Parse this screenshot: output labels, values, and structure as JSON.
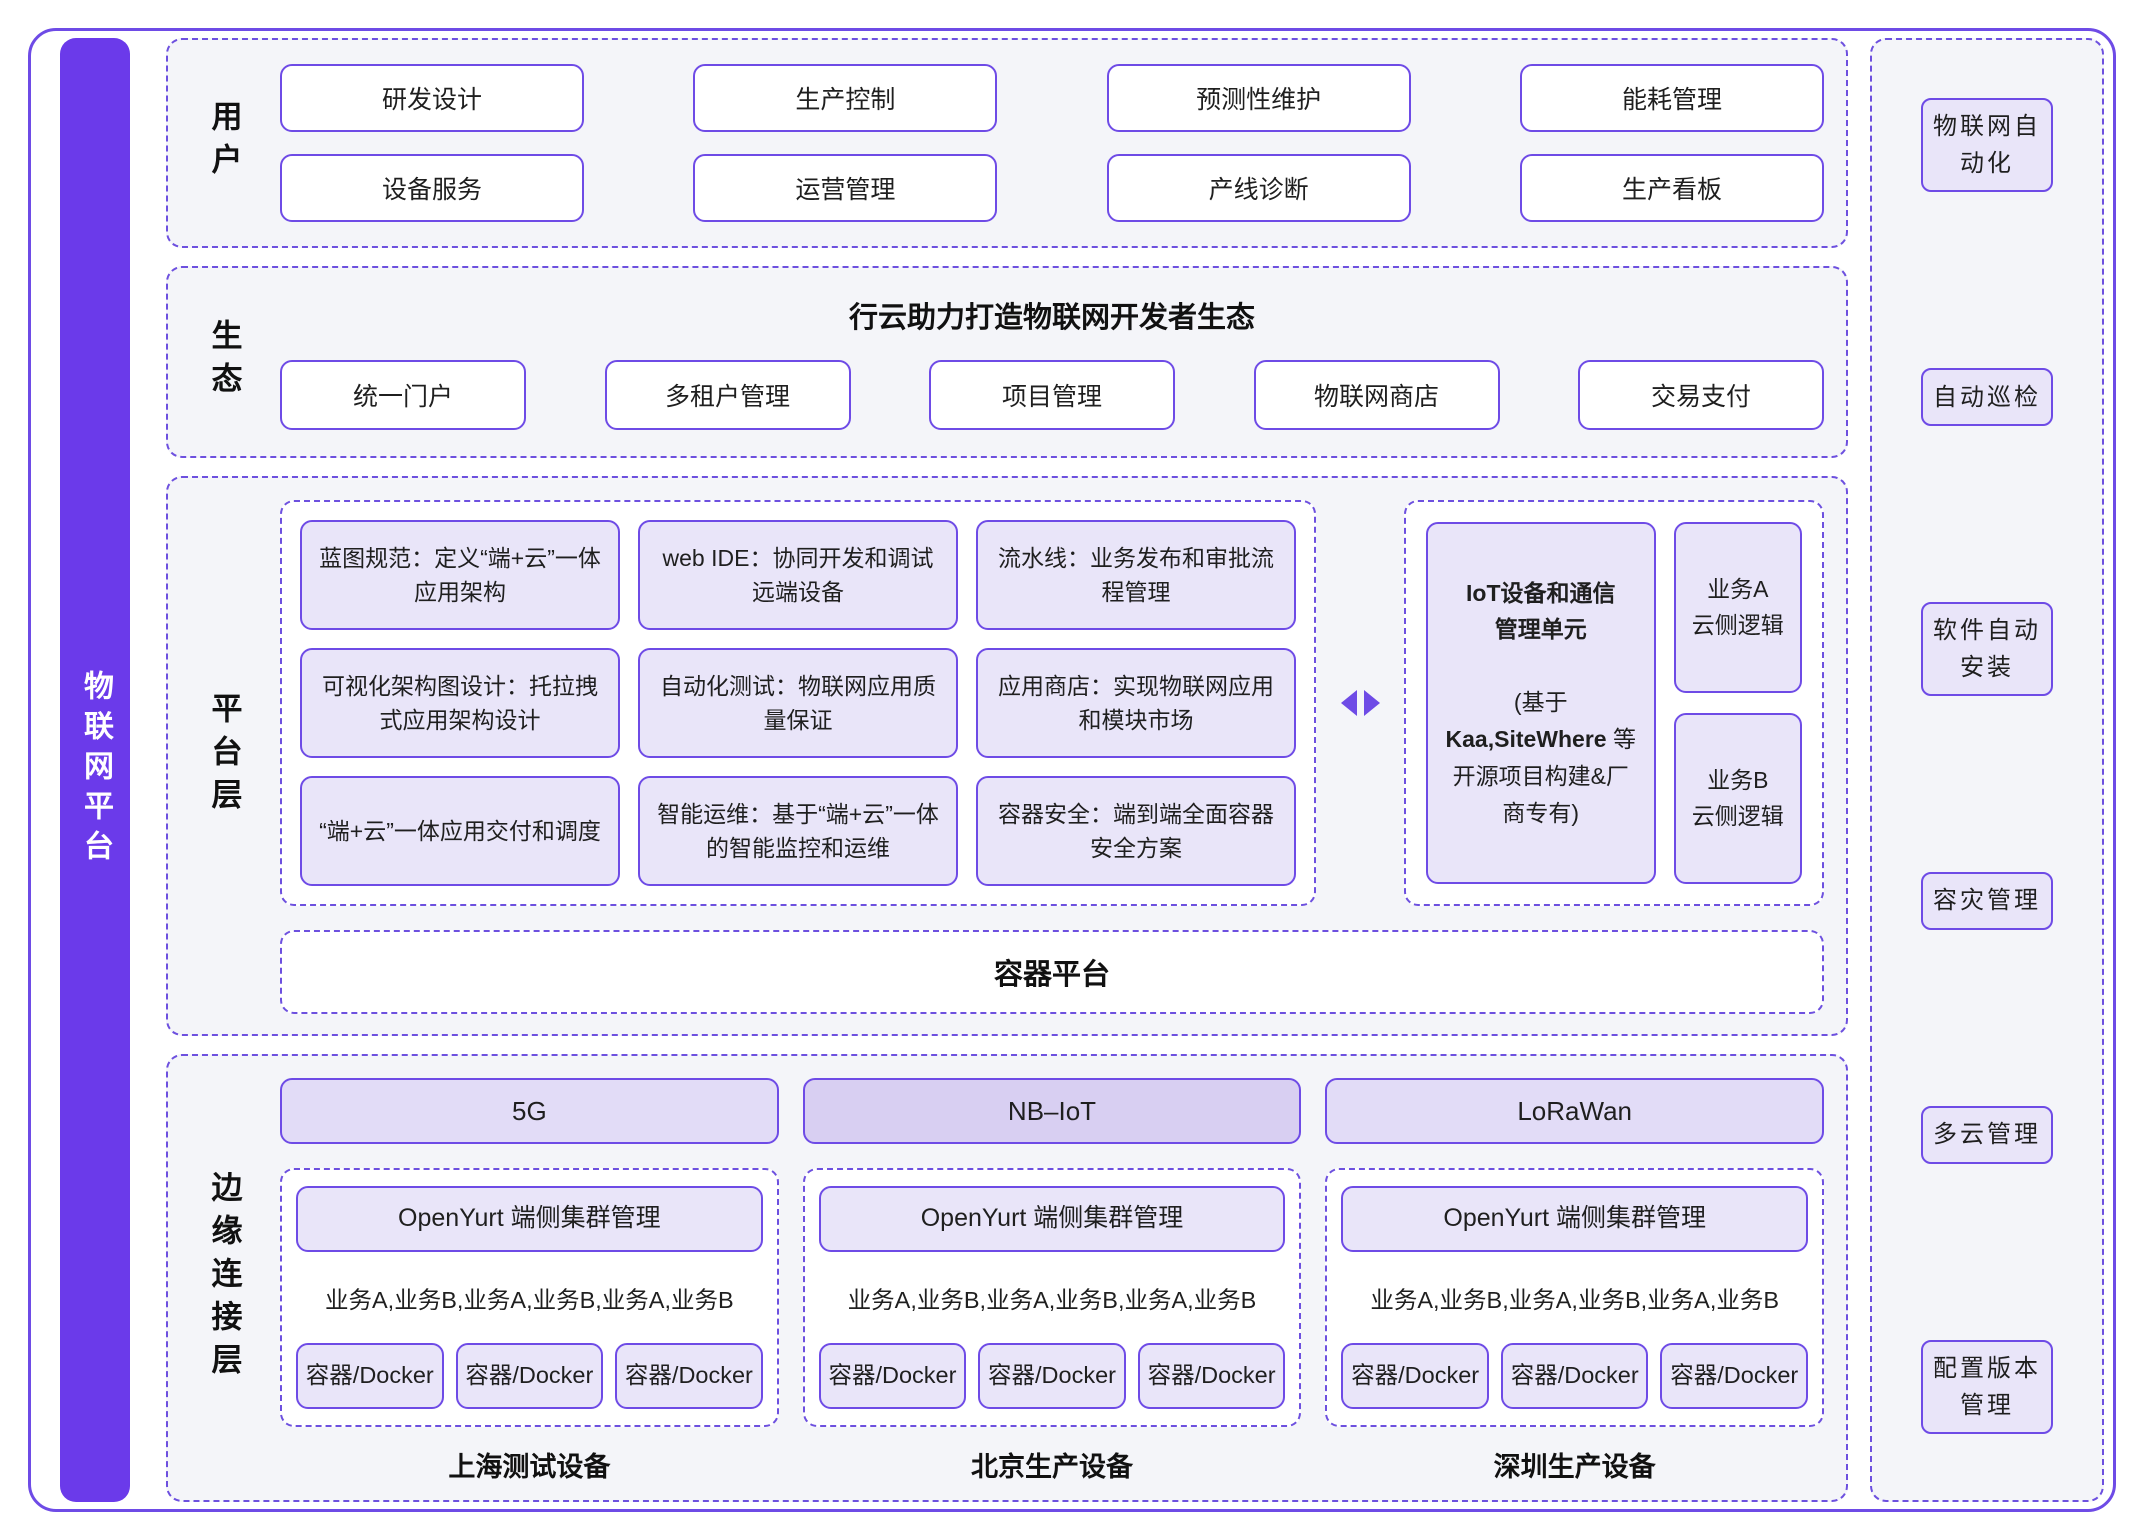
{
  "palette": {
    "primary_purple": "#6E4BE6",
    "left_bar_purple": "#6B3AEA",
    "box_fill_light": "#E9E5F9",
    "box_fill_medium": "#D8CFF2",
    "section_background": "#F4F5F9"
  },
  "left_bar": {
    "label": "物联网平台"
  },
  "user": {
    "label": "用户",
    "items": [
      "研发设计",
      "生产控制",
      "预测性维护",
      "能耗管理",
      "设备服务",
      "运营管理",
      "产线诊断",
      "生产看板"
    ]
  },
  "eco": {
    "label": "生态",
    "title": "行云助力打造物联网开发者生态",
    "items": [
      "统一门户",
      "多租户管理",
      "项目管理",
      "物联网商店",
      "交易支付"
    ]
  },
  "platform": {
    "label": "平台层",
    "grid": [
      "蓝图规范：定义“端+云”一体应用架构",
      "web IDE：协同开发和调试远端设备",
      "流水线：业务发布和审批流程管理",
      "可视化架构图设计：托拉拽式应用架构设计",
      "自动化测试：物联网应用质量保证",
      "应用商店：实现物联网应用和模块市场",
      "“端+云”一体应用交付和调度",
      "智能运维：基于“端+云”一体的智能监控和运维",
      "容器安全：端到端全面容器安全方案"
    ],
    "iot_unit": {
      "title": "IoT设备和通信管理单元",
      "note_prefix": "(基于 ",
      "note_bold": "Kaa,SiteWhere",
      "note_suffix": " 等开源项目构建&厂商专有)"
    },
    "cloud_services": [
      {
        "line1": "业务A",
        "line2": "云侧逻辑"
      },
      {
        "line1": "业务B",
        "line2": "云侧逻辑"
      }
    ],
    "container_platform": "容器平台"
  },
  "edge": {
    "label": "边缘连接层",
    "columns": [
      {
        "network": "5G",
        "cluster": "OpenYurt 端侧集群管理",
        "workloads": "业务A,业务B,业务A,业务B,业务A,业务B",
        "containers": [
          "容器/Docker",
          "容器/Docker",
          "容器/Docker"
        ],
        "device": "上海测试设备"
      },
      {
        "network": "NB–IoT",
        "cluster": "OpenYurt 端侧集群管理",
        "workloads": "业务A,业务B,业务A,业务B,业务A,业务B",
        "containers": [
          "容器/Docker",
          "容器/Docker",
          "容器/Docker"
        ],
        "device": "北京生产设备"
      },
      {
        "network": "LoRaWan",
        "cluster": "OpenYurt 端侧集群管理",
        "workloads": "业务A,业务B,业务A,业务B,业务A,业务B",
        "containers": [
          "容器/Docker",
          "容器/Docker",
          "容器/Docker"
        ],
        "device": "深圳生产设备"
      }
    ]
  },
  "sidebar": {
    "items": [
      "物联网自动化",
      "自动巡检",
      "软件自动安装",
      "容灾管理",
      "多云管理",
      "配置版本管理"
    ]
  }
}
